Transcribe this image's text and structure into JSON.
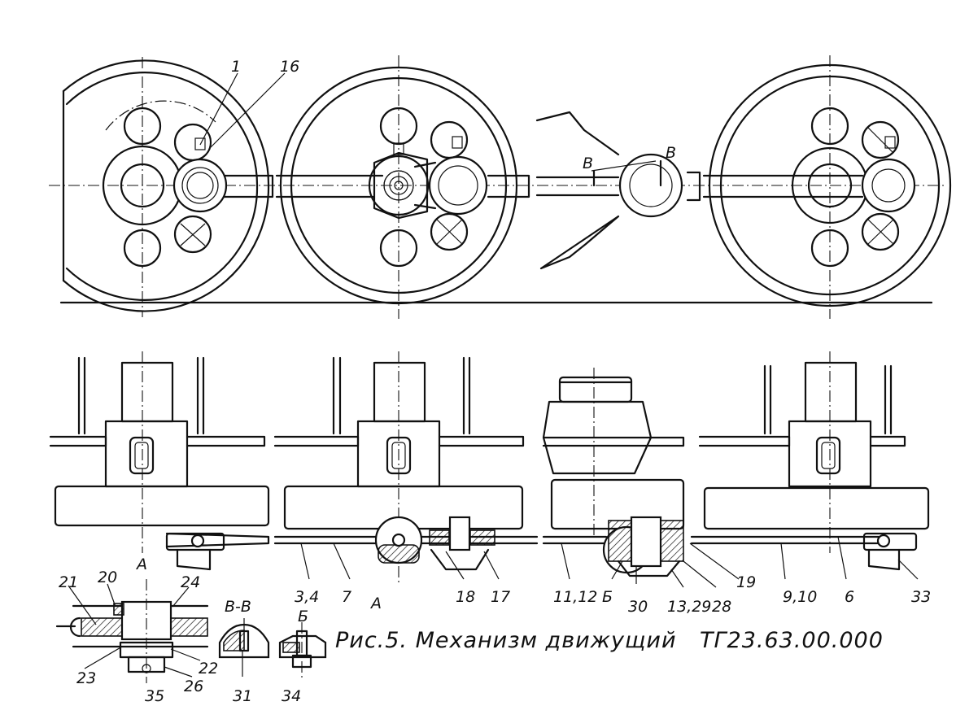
{
  "caption": {
    "figure": "Рис.5. Механизм движущий",
    "code": "ТГ23.63.00.000"
  },
  "section_marks": {
    "b_left": "В",
    "b_right": "В",
    "section_bb": "В-В",
    "view_b": "Б",
    "view_a_left": "А",
    "view_a_mid": "А",
    "view_b_bottom": "Б"
  },
  "part_numbers": [
    "1",
    "16",
    "3,4",
    "7",
    "18",
    "17",
    "11,12",
    "30",
    "13,29",
    "28",
    "19",
    "9,10",
    "6",
    "33",
    "21",
    "20",
    "24",
    "23",
    "22",
    "35",
    "26",
    "31",
    "34"
  ]
}
